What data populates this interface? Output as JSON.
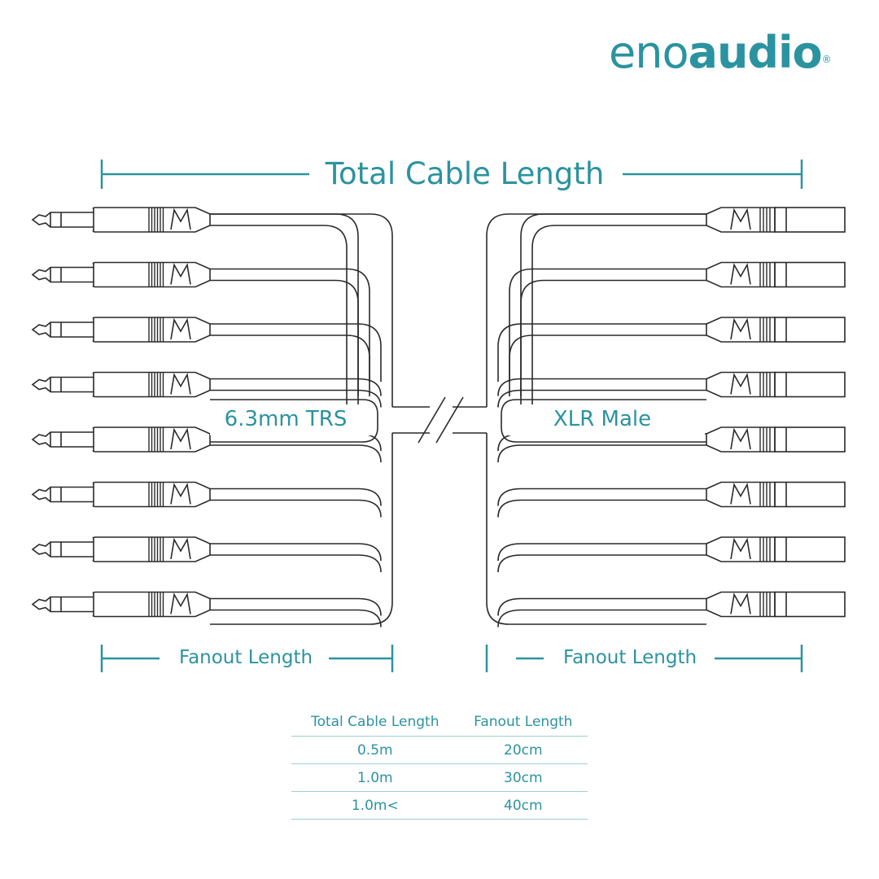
{
  "brand": {
    "light": "eno",
    "bold": "audio",
    "registered": "®"
  },
  "diagram": {
    "total_length_label": "Total Cable Length",
    "left_connector_label": "6.3mm TRS",
    "right_connector_label": "XLR Male",
    "left_fanout_label": "Fanout Length",
    "right_fanout_label": "Fanout Length",
    "channels": 8,
    "accent_color": "#2b93a0",
    "line_color": "#2a2a2a"
  },
  "table": {
    "headers": [
      "Total Cable Length",
      "Fanout Length"
    ],
    "rows": [
      [
        "0.5m",
        "20cm"
      ],
      [
        "1.0m",
        "30cm"
      ],
      [
        "1.0m<",
        "40cm"
      ]
    ]
  }
}
